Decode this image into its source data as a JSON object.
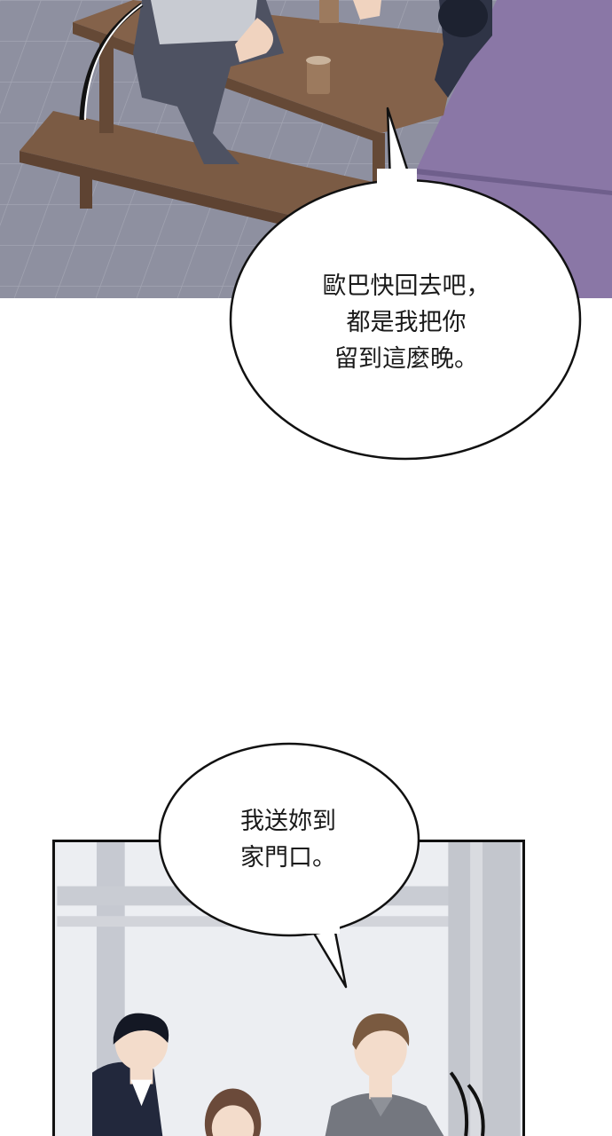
{
  "bubbles": [
    {
      "lines": [
        "歐巴快回去吧，",
        "都是我把你",
        "留到這麼晚。"
      ]
    },
    {
      "lines": [
        "我送妳到",
        "家門口。"
      ]
    }
  ],
  "colors": {
    "floor": "#8c8e9c",
    "purple_wall": "#8a77a6",
    "wood": "#7a5a44",
    "window_frame": "#c9ccd3",
    "panel_border": "#111111"
  }
}
